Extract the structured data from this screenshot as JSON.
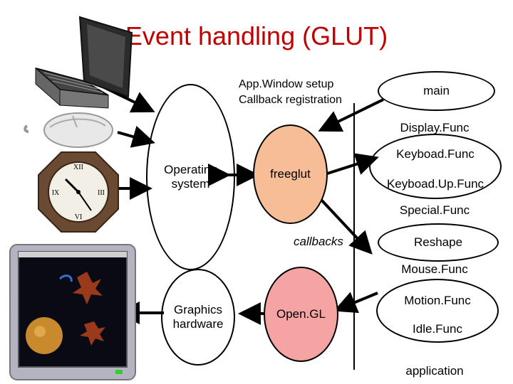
{
  "title": "Event handling (GLUT)",
  "setup_text": "App.Window setup\nCallback registration",
  "os_label": "Operating\nsystem",
  "gfx_label": "Graphics\nhardware",
  "freeglut_label": "freeglut",
  "opengl_label": "Open.GL",
  "callbacks_label": "callbacks",
  "application_label": "application",
  "app_items": [
    "main",
    "Display.Func",
    "Keyboad.Func",
    "Keyboad.Up.Func",
    "Special.Func",
    "Reshape",
    "Mouse.Func",
    "Motion.Func",
    "Idle.Func"
  ],
  "colors": {
    "title": "#c00000",
    "freeglut": "#f7bd97",
    "opengl": "#f5a3a3"
  },
  "icons": [
    "laptop-icon",
    "mouse-icon",
    "clock-icon",
    "monitor-icon"
  ]
}
